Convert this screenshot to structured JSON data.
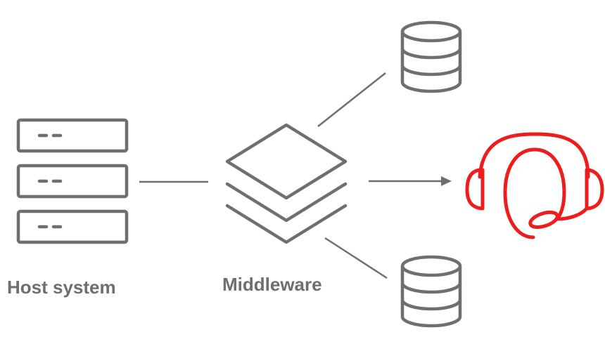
{
  "labels": {
    "host_system": "Host system",
    "middleware": "Middleware"
  },
  "nodes": [
    {
      "id": "host-system",
      "icon": "server-rack-icon"
    },
    {
      "id": "middleware",
      "icon": "layers-stack-icon"
    },
    {
      "id": "database-top",
      "icon": "database-icon"
    },
    {
      "id": "database-bottom",
      "icon": "database-icon"
    },
    {
      "id": "support-agent",
      "icon": "headset-agent-icon"
    }
  ],
  "connections": [
    {
      "from": "host-system",
      "to": "middleware",
      "arrow": false
    },
    {
      "from": "middleware",
      "to": "database-top",
      "arrow": false
    },
    {
      "from": "middleware",
      "to": "support-agent",
      "arrow": true
    },
    {
      "from": "middleware",
      "to": "database-bottom",
      "arrow": false
    }
  ],
  "colors": {
    "icon": "#6f6f6f",
    "connector": "#6f6f6f",
    "accent": "#ee1c1c",
    "text": "#6f6f6f"
  }
}
